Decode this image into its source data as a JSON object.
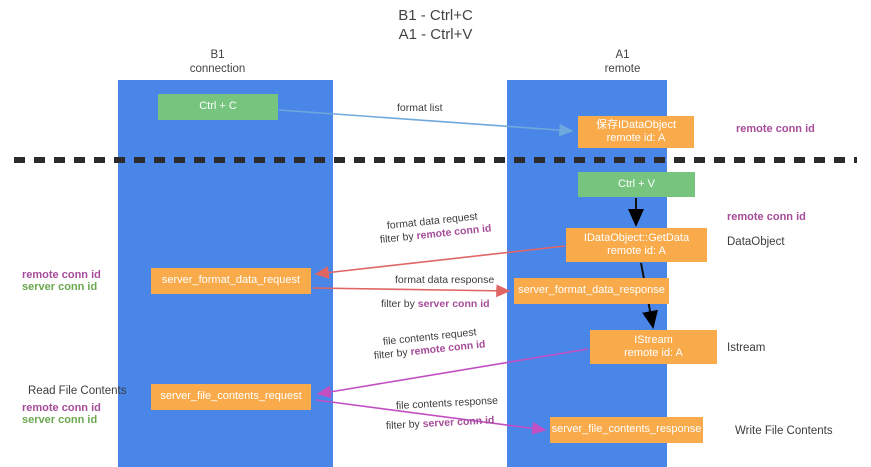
{
  "title": {
    "line1": "B1 - Ctrl+C",
    "line2": "A1 - Ctrl+V"
  },
  "columns": {
    "b1": {
      "name": "B1",
      "role": "connection"
    },
    "a1": {
      "name": "A1",
      "role": "remote"
    }
  },
  "nodes": {
    "ctrl_c": {
      "label": "Ctrl + C",
      "color": "#76c47e"
    },
    "ctrl_v": {
      "label": "Ctrl + V",
      "color": "#76c47e"
    },
    "save_dataobject": {
      "line1": "保存IDataObject",
      "line2": "remote id: A",
      "color": "#f9ab4b"
    },
    "getdata": {
      "line1": "IDataObject::GetData",
      "line2": "remote id: A",
      "color": "#f9ab4b"
    },
    "istream": {
      "line1": "IStream",
      "line2": "remote id: A",
      "color": "#f9ab4b"
    },
    "server_format_data_request": {
      "label": "server_format_data_request",
      "color": "#f9ab4b"
    },
    "server_format_data_response": {
      "label": "server_format_data_response",
      "color": "#f9ab4b"
    },
    "server_file_contents_request": {
      "label": "server_file_contents_request",
      "color": "#f9ab4b"
    },
    "server_file_contents_response": {
      "label": "server_file_contents_response",
      "color": "#f9ab4b"
    }
  },
  "side_labels": {
    "dataobject": "DataObject",
    "istream": "Istream",
    "write_file_contents": "Write File Contents",
    "read_file_contents": "Read File Contents"
  },
  "tags": {
    "remote_conn_id": "remote conn id",
    "server_conn_id": "server conn id"
  },
  "edges": {
    "format_list": {
      "label": "format list",
      "color": "#9fc5f8"
    },
    "format_data_request": {
      "label": "format data request",
      "filter_prefix": "filter by ",
      "filter_key": "remote conn id",
      "color": "#e06666"
    },
    "format_data_response": {
      "label": "format data response",
      "filter_prefix": "filter by ",
      "filter_key": "server conn id",
      "color": "#e06666"
    },
    "file_contents_request": {
      "label": "file contents request",
      "filter_prefix": "filter by ",
      "filter_key": "remote conn id",
      "color": "#c24fc2"
    },
    "file_contents_response": {
      "label": "file contents response",
      "filter_prefix": "filter by ",
      "filter_key": "server conn id",
      "color": "#c24fc2"
    }
  },
  "colors": {
    "lane": "#4a86e8",
    "orange": "#f9ab4b",
    "green": "#76c47e",
    "purple": "#a64d9a",
    "green_text": "#6aa84f",
    "red_arrow": "#e06666",
    "magenta_arrow": "#c24fc2",
    "blue_arrow": "#9fc5f8",
    "divider": "#2b2b2b"
  }
}
